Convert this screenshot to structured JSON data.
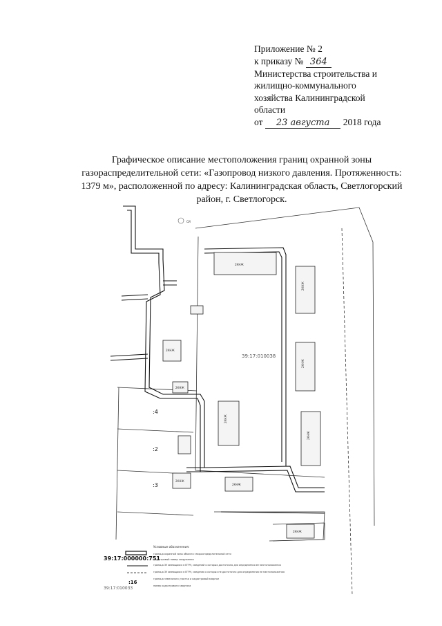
{
  "appendix": {
    "line1": "Приложение № 2",
    "line2_prefix": "к приказу №",
    "order_number_handwritten": "364",
    "line3": "Министерства строительства и",
    "line4": "жилищно-коммунального",
    "line5": "хозяйства Калининградской",
    "line6": "области",
    "date_prefix": "от",
    "date_handwritten": "23 августа",
    "date_suffix": "2018 года"
  },
  "title": {
    "line1": "Графическое описание местоположения границ охранной зоны",
    "line2": "газораспределительной сети: «Газопровод низкого давления. Протяженность:",
    "line3": "1379 м», расположенной по адресу: Калининградская область, Светлогорский",
    "line4": "район, г. Светлогорск."
  },
  "map": {
    "cadastral_block": "39:17:010038",
    "parcel_labels": [
      ":4",
      ":2",
      ":3"
    ],
    "building_label": "2КНЖ",
    "stamp": "СИ",
    "legend": {
      "title": "Условные обозначения:",
      "cadastral_number_sample": "39:17:000000:751",
      "parcel_number_sample": ":16",
      "block_number_sample": "39:17:010033",
      "entries": [
        "граница охранной зоны объекта газораспределительной сети",
        "кадастровый номер сооружения",
        "граница ЗУ имеющаяся в ЕГРН, сведений о которых достаточно для определения ее местоположения",
        "граница ЗУ имеющаяся в ЕГРН, сведения о которых не достаточно для определения ее местоположения",
        "граница земельного участка и кадастровый квартал",
        "номер кадастрового квартала"
      ]
    }
  }
}
